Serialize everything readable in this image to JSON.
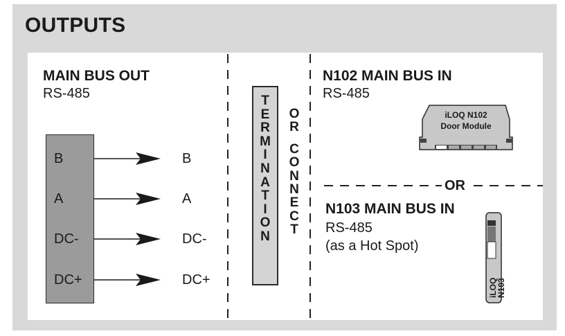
{
  "title": "OUTPUTS",
  "main_bus_out": {
    "heading": "MAIN BUS OUT",
    "protocol": "RS-485",
    "pins": [
      "B",
      "A",
      "DC-",
      "DC+"
    ],
    "targets": [
      "B",
      "A",
      "DC-",
      "DC+"
    ]
  },
  "termination": [
    "T",
    "E",
    "R",
    "M",
    "I",
    "N",
    "A",
    "T",
    "I",
    "O",
    "N"
  ],
  "or_connect": [
    "O",
    "R",
    "",
    "C",
    "O",
    "N",
    "N",
    "E",
    "C",
    "T"
  ],
  "n102": {
    "heading": "N102 MAIN BUS IN",
    "protocol": "RS-485",
    "device_line1": "iLOQ N102",
    "device_line2": "Door Module"
  },
  "separator_label": "OR",
  "n103": {
    "heading": "N103 MAIN BUS IN",
    "protocol": "RS-485",
    "note": "(as a Hot Spot)",
    "device_line1": "iLOQ",
    "device_line2": "N103"
  }
}
